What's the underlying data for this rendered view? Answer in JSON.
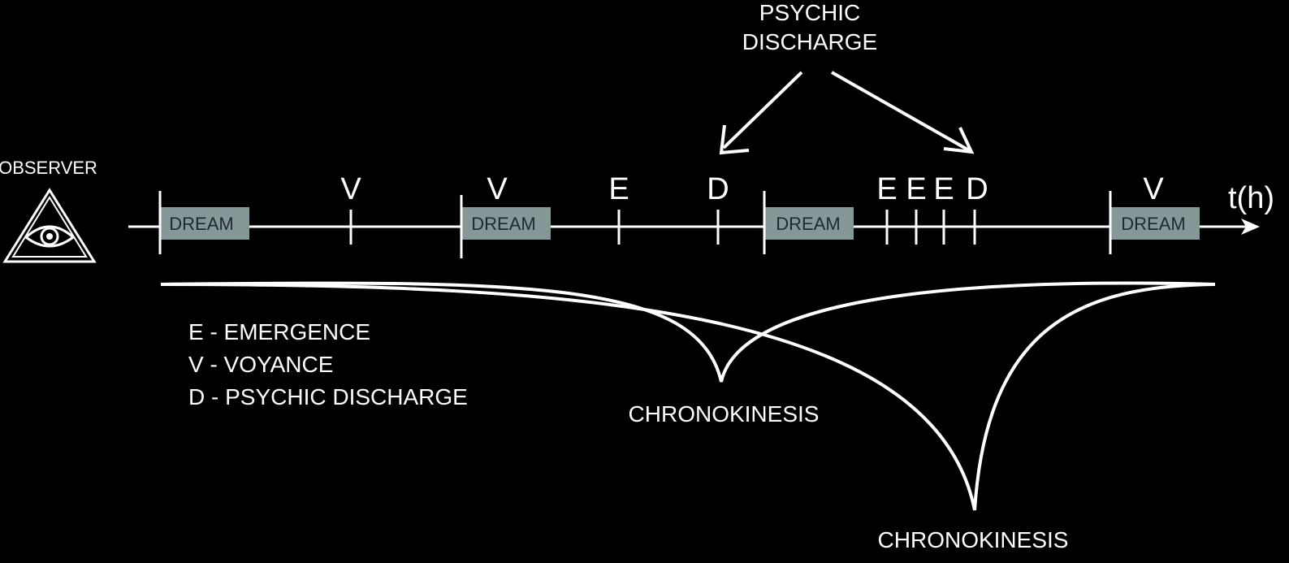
{
  "observer": {
    "label": "OBSERVER",
    "icon": "eye-in-triangle-icon"
  },
  "timeline": {
    "axis_label": "t(h)",
    "dream_label": "DREAM",
    "dream_color": "#869797",
    "dream_count": 4,
    "event_labels": [
      "V",
      "V",
      "E",
      "D",
      "E",
      "E",
      "E",
      "D",
      "V"
    ]
  },
  "discharge_callout": {
    "line1": "PSYCHIC",
    "line2": "DISCHARGE"
  },
  "legend": [
    "E - EMERGENCE",
    "V - VOYANCE",
    "D - PSYCHIC DISCHARGE"
  ],
  "chronokinesis_labels": [
    "CHRONOKINESIS",
    "CHRONOKINESIS"
  ]
}
